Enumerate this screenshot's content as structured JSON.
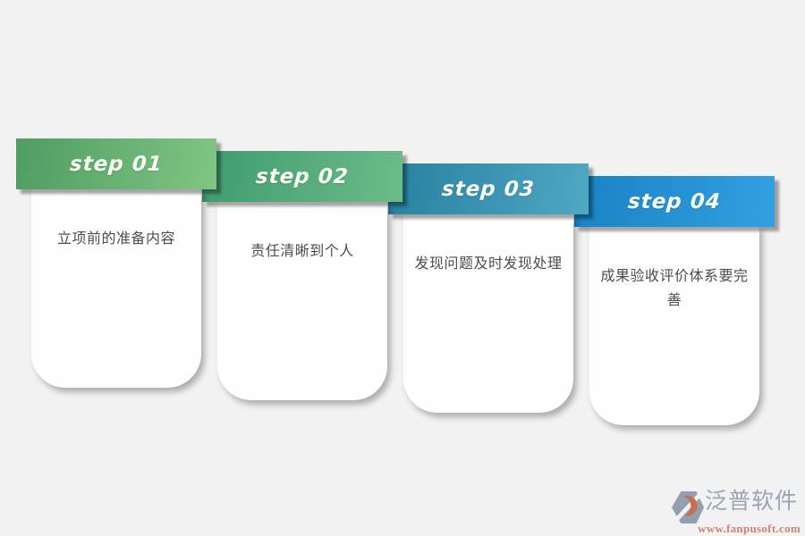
{
  "background_color": "#f1f2f1",
  "steps": [
    {
      "label": "step 01",
      "text": "立项前的准备内容",
      "gradient_from": "#4f9d62",
      "gradient_to": "#80c584"
    },
    {
      "label": "step 02",
      "text": "责任清晰到个人",
      "gradient_from": "#3f9b70",
      "gradient_to": "#6cbc88"
    },
    {
      "label": "step 03",
      "text": "发现问题及时发现处理",
      "gradient_from": "#26809f",
      "gradient_to": "#4fa9c4"
    },
    {
      "label": "step 04",
      "text": "成果验收评价体系要完善",
      "gradient_from": "#1a82c5",
      "gradient_to": "#31a0e1"
    }
  ],
  "text_color": "#4d4d4d",
  "header_text_color": "#fbfff6",
  "logo": {
    "title": "泛普软件",
    "url": "www.fanpusoft.com",
    "title_color": "#9aa5b5",
    "url_color": "#cf8574",
    "icon_gray": "#94a0b2",
    "icon_orange": "#c96f4e"
  }
}
